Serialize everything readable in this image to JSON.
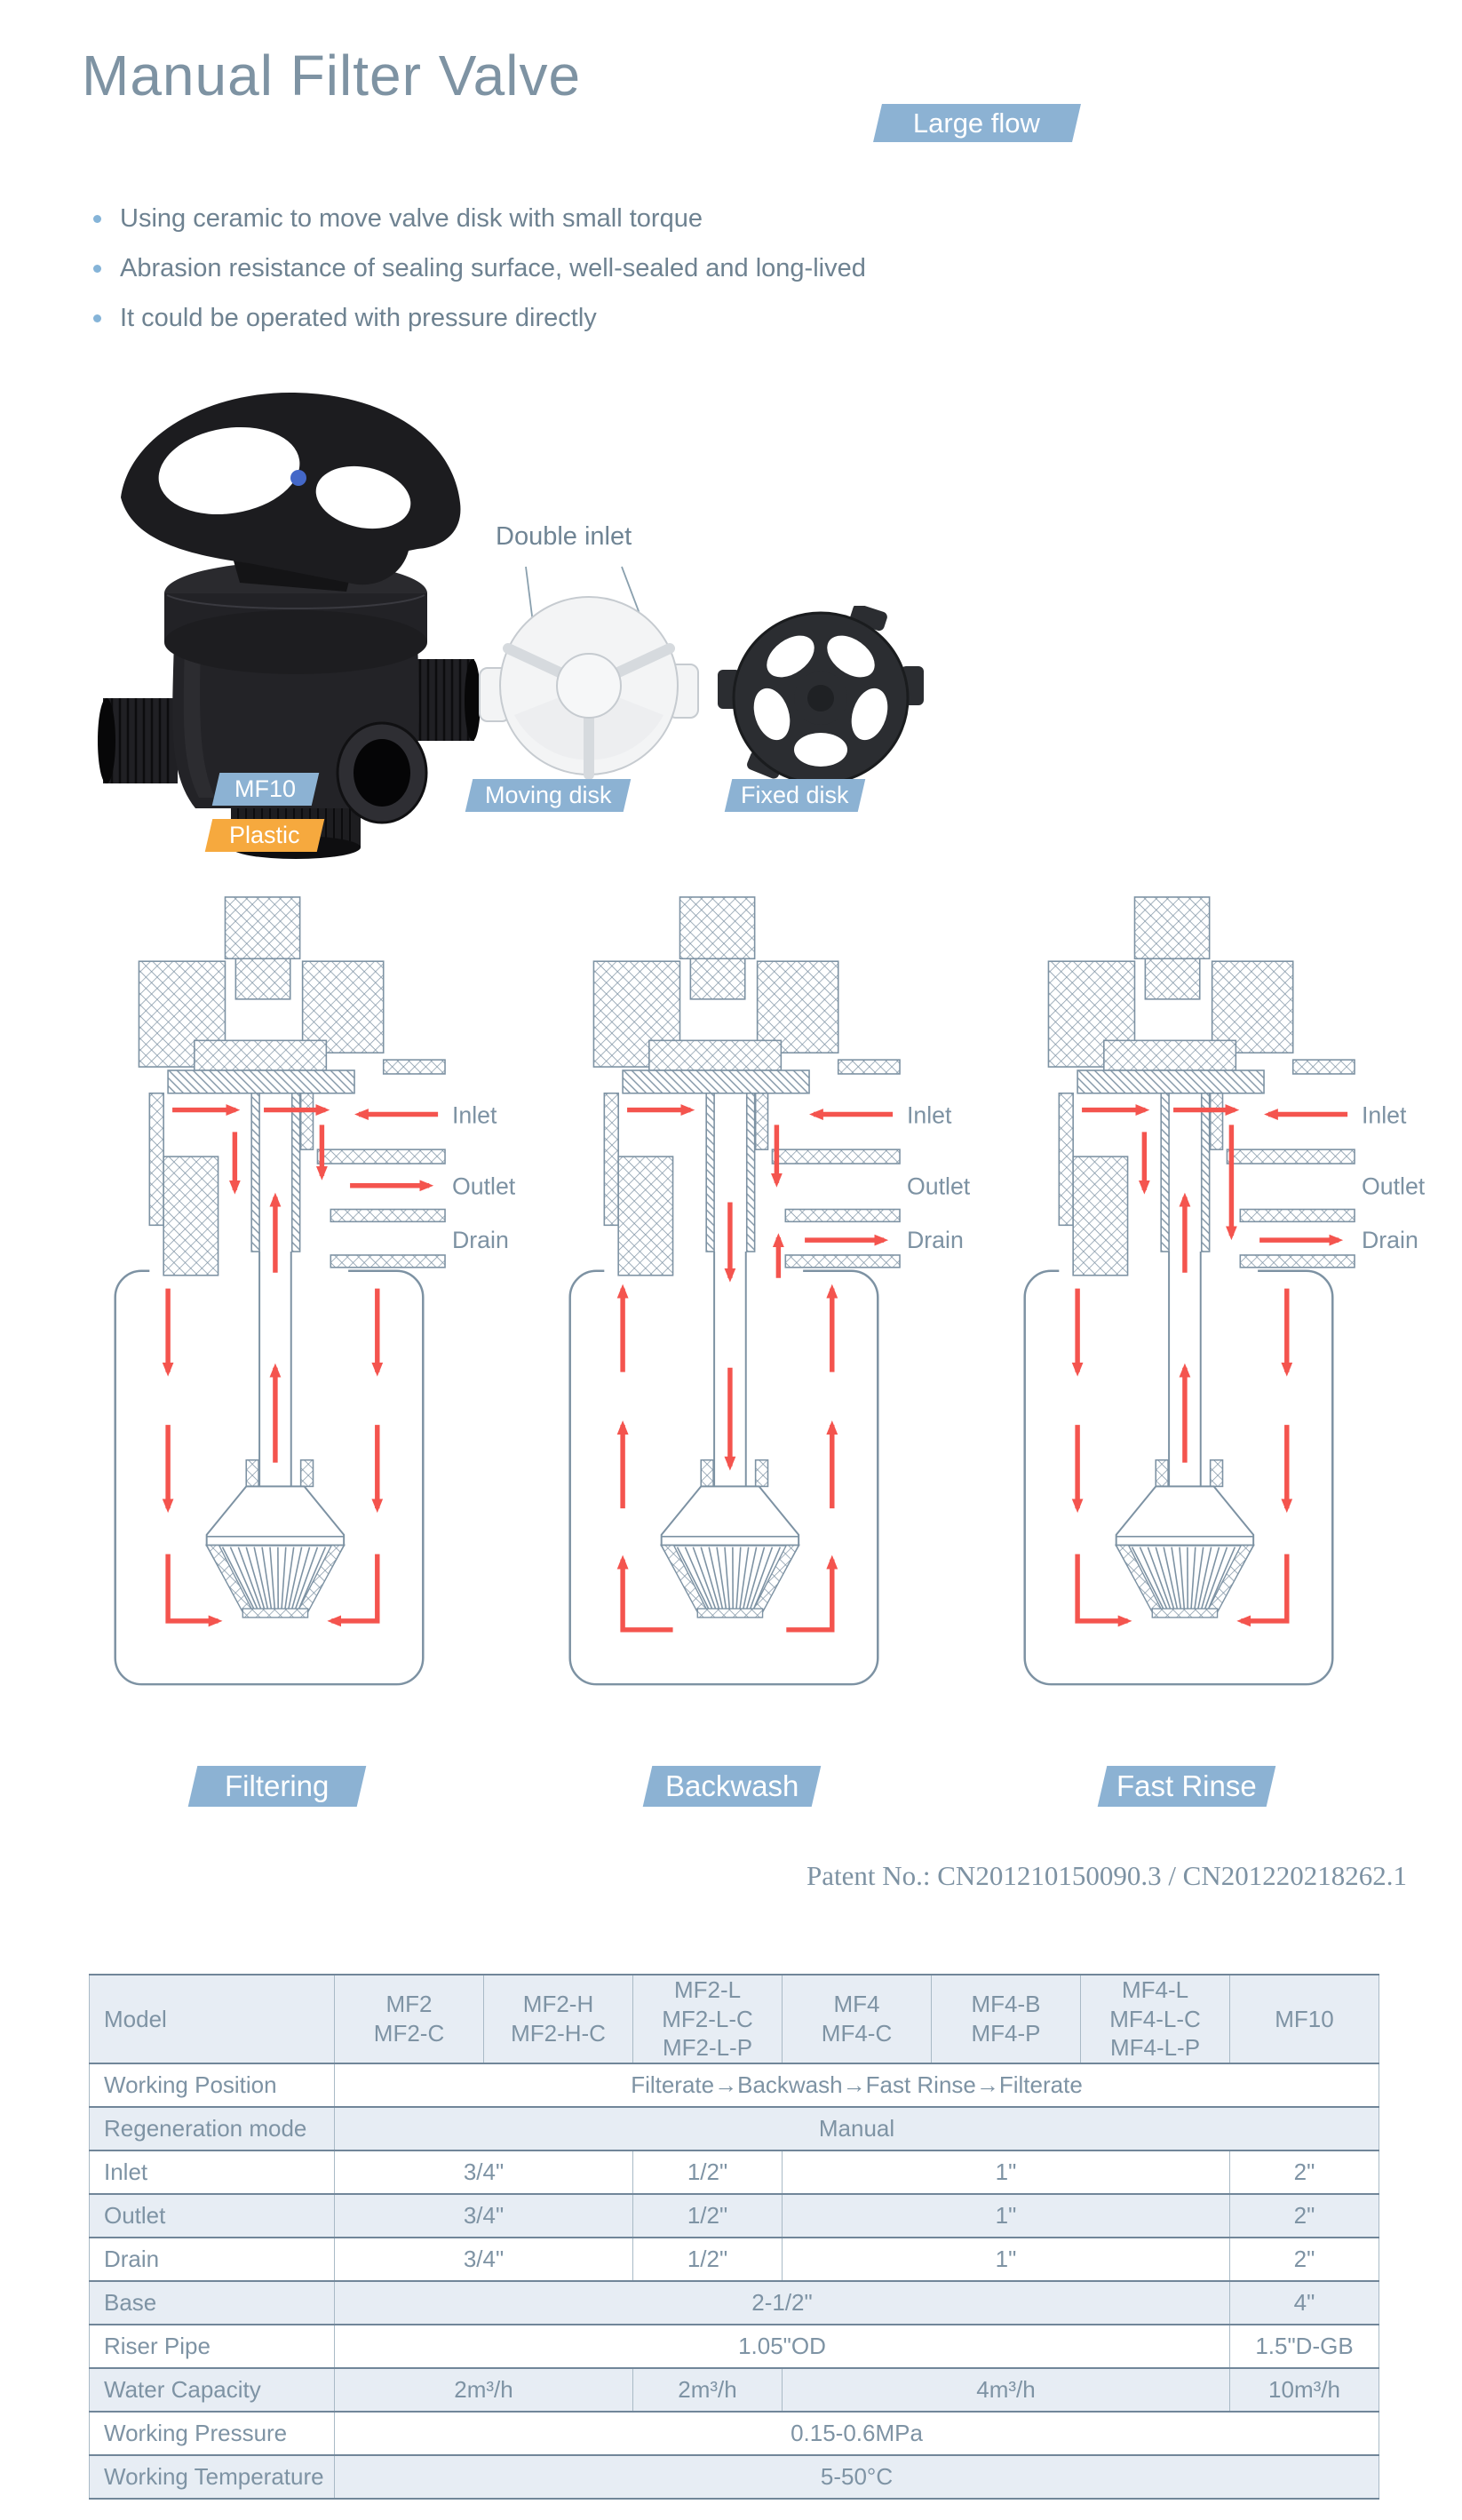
{
  "title": "Manual Filter Valve",
  "large_flow_badge": "Large flow",
  "features": [
    "Using ceramic to move valve disk with small torque",
    "Abrasion resistance of sealing surface, well-sealed and long-lived",
    "It could be operated with pressure directly"
  ],
  "product": {
    "model_badge": "MF10",
    "material_badge": "Plastic",
    "callout": "Double inlet",
    "moving_disk_badge": "Moving disk",
    "fixed_disk_badge": "Fixed disk"
  },
  "diagrams": [
    {
      "badge": "Filtering",
      "flow": "down",
      "head": "filter",
      "ports": [
        {
          "label": "Inlet",
          "arrow": "in"
        },
        {
          "label": "Outlet",
          "arrow": "out"
        },
        {
          "label": "Drain",
          "arrow": "none"
        }
      ]
    },
    {
      "badge": "Backwash",
      "flow": "up",
      "head": "backwash",
      "ports": [
        {
          "label": "Inlet",
          "arrow": "in"
        },
        {
          "label": "Outlet",
          "arrow": "none"
        },
        {
          "label": "Drain",
          "arrow": "out"
        }
      ]
    },
    {
      "badge": "Fast Rinse",
      "flow": "down",
      "head": "rinse",
      "ports": [
        {
          "label": "Inlet",
          "arrow": "in"
        },
        {
          "label": "Outlet",
          "arrow": "none"
        },
        {
          "label": "Drain",
          "arrow": "out"
        }
      ]
    }
  ],
  "patent": "Patent No.: CN201210150090.3 / CN201220218262.1",
  "table": {
    "header": {
      "label": "Model",
      "columns": [
        [
          "MF2",
          "MF2-C"
        ],
        [
          "MF2-H",
          "MF2-H-C"
        ],
        [
          "MF2-L",
          "MF2-L-C",
          "MF2-L-P"
        ],
        [
          "MF4",
          "MF4-C"
        ],
        [
          "MF4-B",
          "MF4-P"
        ],
        [
          "MF4-L",
          "MF4-L-C",
          "MF4-L-P"
        ],
        [
          "MF10"
        ]
      ]
    },
    "rows": [
      {
        "label": "Working Position",
        "cells": [
          {
            "text": "Filterate→Backwash→Fast Rinse→Filterate",
            "span": 7
          }
        ]
      },
      {
        "label": "Regeneration mode",
        "cells": [
          {
            "text": "Manual",
            "span": 7
          }
        ]
      },
      {
        "label": "Inlet",
        "cells": [
          {
            "text": "3/4\"",
            "span": 2
          },
          {
            "text": "1/2\"",
            "span": 1
          },
          {
            "text": "1\"",
            "span": 3
          },
          {
            "text": "2\"",
            "span": 1
          }
        ]
      },
      {
        "label": "Outlet",
        "cells": [
          {
            "text": "3/4\"",
            "span": 2
          },
          {
            "text": "1/2\"",
            "span": 1
          },
          {
            "text": "1\"",
            "span": 3
          },
          {
            "text": "2\"",
            "span": 1
          }
        ]
      },
      {
        "label": "Drain",
        "cells": [
          {
            "text": "3/4\"",
            "span": 2
          },
          {
            "text": "1/2\"",
            "span": 1
          },
          {
            "text": "1\"",
            "span": 3
          },
          {
            "text": "2\"",
            "span": 1
          }
        ]
      },
      {
        "label": "Base",
        "cells": [
          {
            "text": "2-1/2\"",
            "span": 6
          },
          {
            "text": "4\"",
            "span": 1
          }
        ]
      },
      {
        "label": "Riser Pipe",
        "cells": [
          {
            "text": "1.05\"OD",
            "span": 6
          },
          {
            "text": "1.5\"D-GB",
            "span": 1
          }
        ]
      },
      {
        "label": "Water Capacity",
        "cells": [
          {
            "text": "2m³/h",
            "span": 2
          },
          {
            "text": "2m³/h",
            "span": 1
          },
          {
            "text": "4m³/h",
            "span": 3
          },
          {
            "text": "10m³/h",
            "span": 1
          }
        ]
      },
      {
        "label": "Working Pressure",
        "cells": [
          {
            "text": "0.15-0.6MPa",
            "span": 7
          }
        ]
      },
      {
        "label": "Working Temperature",
        "cells": [
          {
            "text": "5-50°C",
            "span": 7
          }
        ]
      }
    ]
  },
  "colors": {
    "accent_blue": "#8cb2d3",
    "accent_orange": "#f6a93e",
    "arrow_red": "#f4544e",
    "slate": "#7d92a3",
    "text": "#6e8291",
    "table_alt_bg": "#e7edf4"
  }
}
